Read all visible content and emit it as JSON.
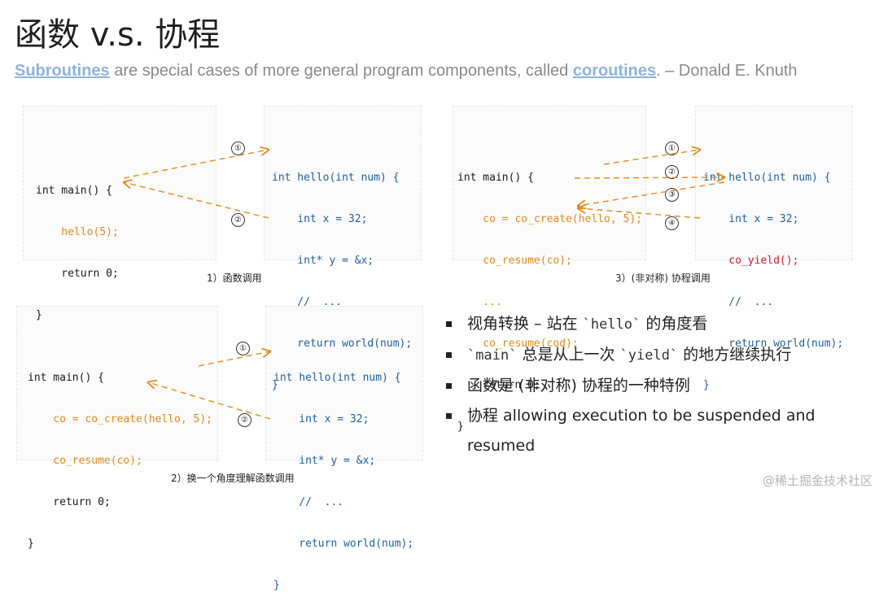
{
  "title": "函数 v.s. 协程",
  "quote": {
    "term1": "Subroutines",
    "middle": " are special cases of more general program components, called ",
    "term2": "coroutines",
    "end": ". – Donald E. Knuth"
  },
  "diagram1": {
    "caption": "1）函数调用",
    "main_lines": [
      "int main() {",
      "    hello(5);",
      "    return 0;",
      "}"
    ],
    "hello_lines": [
      "int hello(int num) {",
      "    int x = 32;",
      "    int* y = &x;",
      "    //  ...",
      "    return world(num);",
      "}"
    ],
    "marks": [
      "①",
      "②"
    ]
  },
  "diagram2": {
    "caption": "2）换一个角度理解函数调用",
    "main_lines": [
      "int main() {",
      "    co = co_create(hello, 5);",
      "    co_resume(co);",
      "    return 0;",
      "}"
    ],
    "hello_lines": [
      "int hello(int num) {",
      "    int x = 32;",
      "    int* y = &x;",
      "    //  ...",
      "    return world(num);",
      "}"
    ],
    "marks": [
      "①",
      "②"
    ]
  },
  "diagram3": {
    "caption": "3）(非对称) 协程调用",
    "main_lines": [
      "int main() {",
      "    co = co_create(hello, 5);",
      "    co_resume(co);",
      "    ...",
      "    co_resume(cod);",
      "    return 0;",
      "}"
    ],
    "hello_lines": [
      "int hello(int num) {",
      "    int x = 32;",
      "    co_yield();",
      "    //  ...",
      "    return world(num);",
      "}"
    ],
    "marks": [
      "①",
      "②",
      "③",
      "④"
    ]
  },
  "bullets": {
    "b1_a": "视角转换 – 站在 ",
    "b1_code": "`hello`",
    "b1_b": " 的角度看",
    "b2_code1": "`main`",
    "b2_a": " 总是从上一次 ",
    "b2_code2": "`yield`",
    "b2_b": " 的地方继续执行",
    "b3": "函数是 (非对称) 协程的一种特例",
    "b4": "协程 allowing execution to be suspended and resumed"
  },
  "watermark": "@稀土掘金技术社区",
  "colors": {
    "orange": "#e08a1e",
    "blue": "#1f5f9e",
    "red": "#d11a2a",
    "link": "#8fb3d9"
  }
}
